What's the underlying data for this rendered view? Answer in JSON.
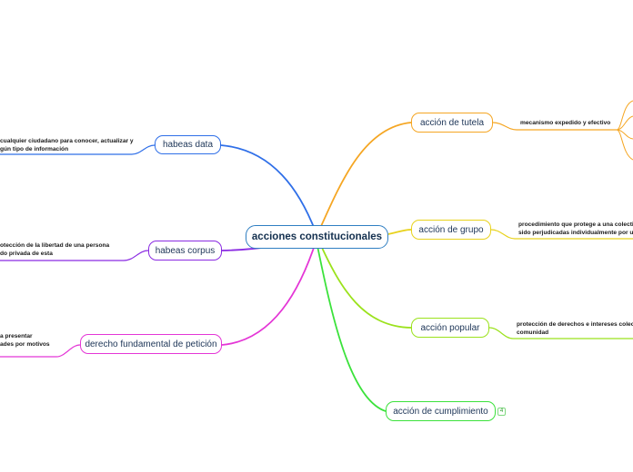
{
  "central": {
    "label": "acciones constitucionales"
  },
  "branches": {
    "habeas_data": {
      "label": "habeas data",
      "color": "#2f6fe8",
      "note": [
        "cualquier ciudadano para conocer, actualizar y",
        "gún tipo de información"
      ]
    },
    "habeas_corpus": {
      "label": "habeas corpus",
      "color": "#8a2be2",
      "note": [
        "otección de la libertad de una persona",
        "do privada de esta"
      ]
    },
    "derecho_peticion": {
      "label": "derecho fundamental de petición",
      "color": "#e436d6",
      "note": [
        "a presentar",
        "ades por motivos"
      ]
    },
    "accion_tutela": {
      "label": "acción de tutela",
      "color": "#f5a623",
      "note": [
        "mecanismo expedido y efectivo"
      ]
    },
    "accion_grupo": {
      "label": "acción de grupo",
      "color": "#e8d21d",
      "note": [
        "procedimiento que protege a una colectiv",
        "sido perjudicadas individualmente por un"
      ]
    },
    "accion_popular": {
      "label": "acción popular",
      "color": "#9be21c",
      "note": [
        "protección de derechos e intereses colectiv",
        "comunidad"
      ]
    },
    "accion_cumplimiento": {
      "label": "acción de cumplimiento",
      "color": "#3be23b",
      "badge": "4"
    }
  }
}
